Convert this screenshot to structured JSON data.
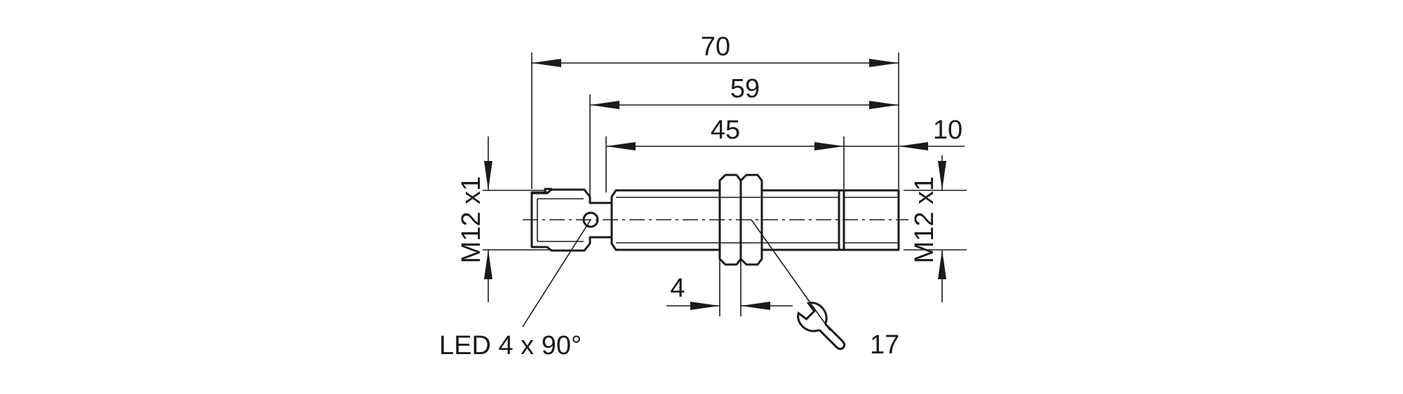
{
  "drawing": {
    "dimensions": {
      "overall_length": "70",
      "length_59": "59",
      "thread_length": "45",
      "tip_length": "10",
      "nut_thickness": "4",
      "thread_left": "M12 x1",
      "thread_right": "M12 x1"
    },
    "labels": {
      "led": "LED 4 x 90°",
      "wrench_size": "17"
    },
    "icons": {
      "wrench": "wrench-icon"
    }
  }
}
